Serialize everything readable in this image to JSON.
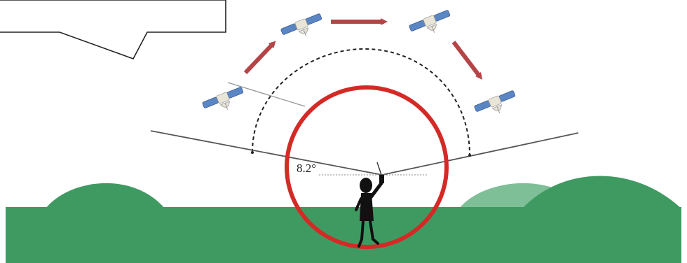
{
  "diagram": {
    "angle_label": "8.2°",
    "colors": {
      "hill_main": "#3f9a62",
      "hill_light": "#7fbf98",
      "ground": "#3f9a62",
      "circle": "#d42a26",
      "arrow": "#b54447",
      "panel": "#5b86c4",
      "line": "#555555",
      "person": "#111111"
    },
    "satellites": [
      {
        "name": "satellite-1-icon"
      },
      {
        "name": "satellite-2-icon"
      },
      {
        "name": "satellite-3-icon"
      },
      {
        "name": "satellite-4-icon"
      }
    ],
    "arrows": [
      {
        "name": "arrow-rise"
      },
      {
        "name": "arrow-across"
      },
      {
        "name": "arrow-descend"
      }
    ]
  }
}
